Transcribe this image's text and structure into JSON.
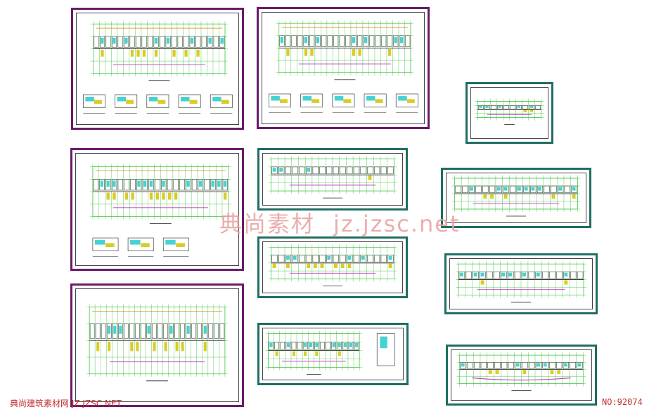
{
  "watermark": {
    "cn": "典尚素材",
    "url": "jz.jzsc.net"
  },
  "footer": {
    "site": "典尚建筑素材网 JZ.JZSC.NET",
    "number": "NO:92074"
  },
  "colors": {
    "frame_purple": "#6a1a6a",
    "frame_teal": "#1f6e62",
    "watermark": "#e8a0a0",
    "footer": "#c03030"
  }
}
